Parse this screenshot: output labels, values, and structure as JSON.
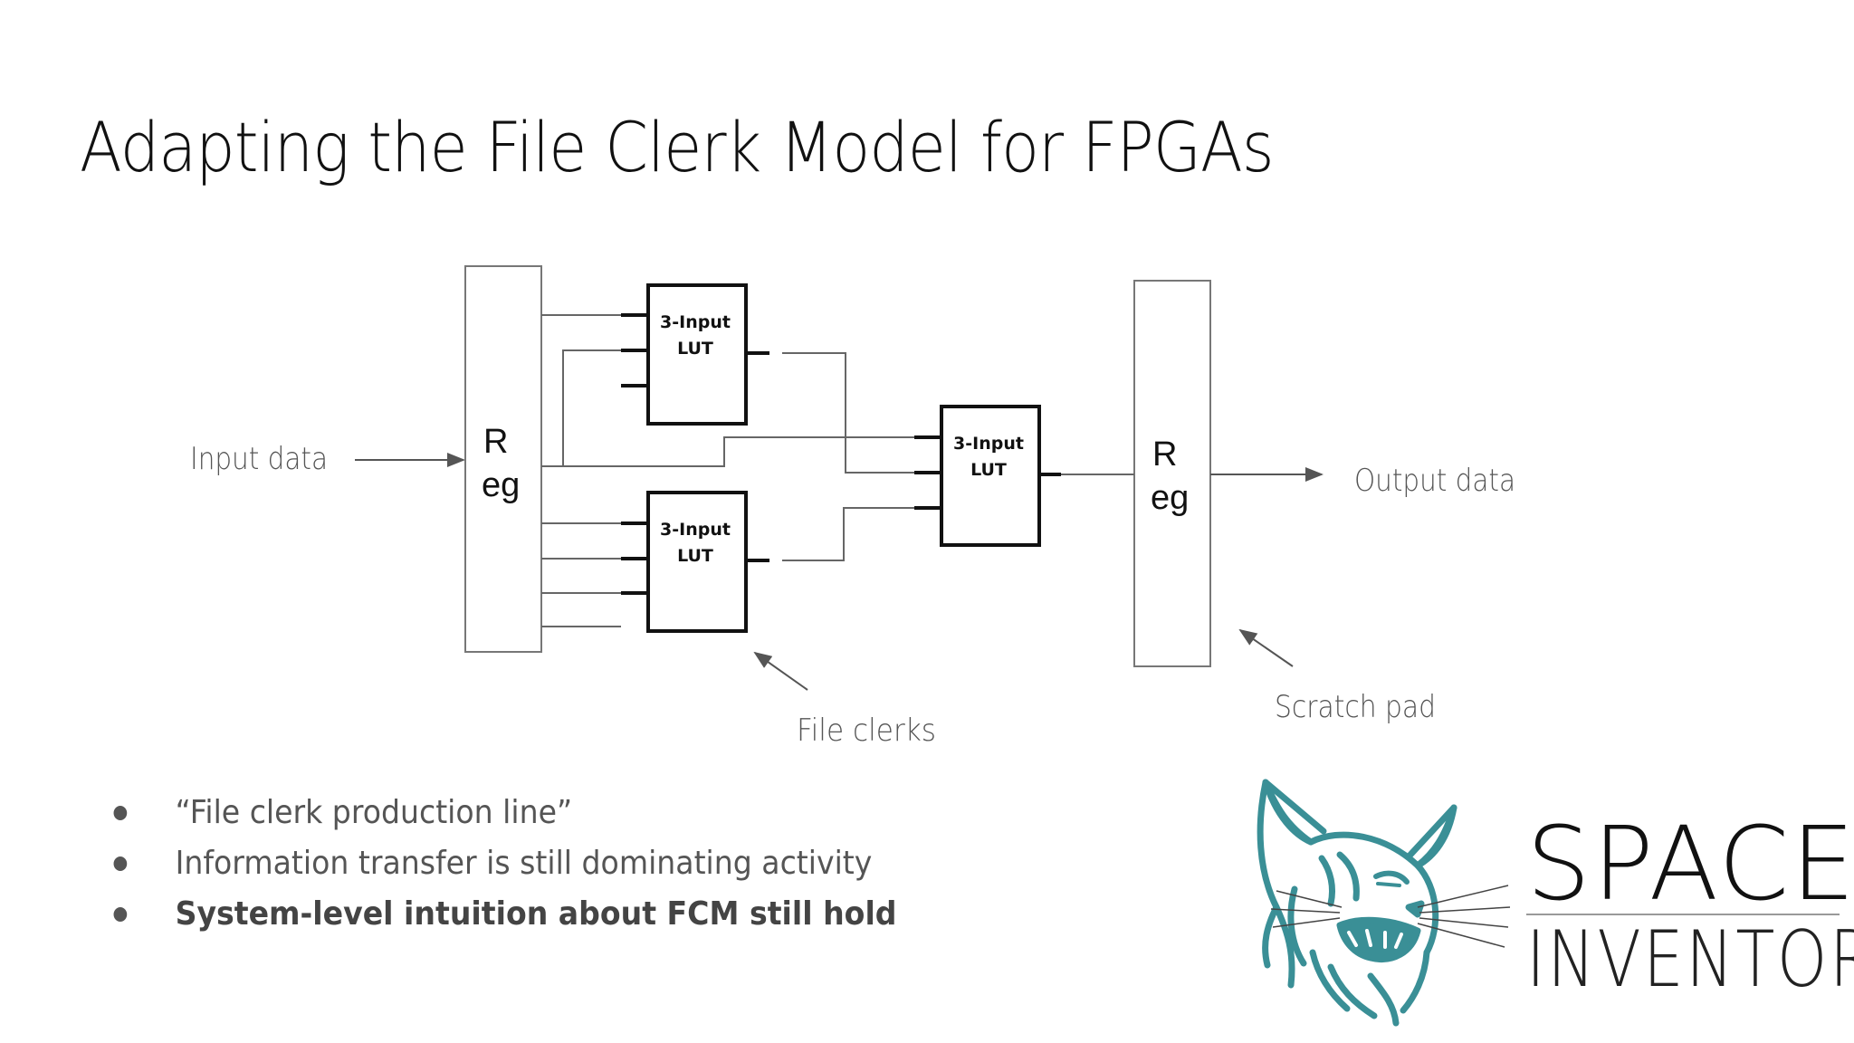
{
  "slide": {
    "title": "Adapting the File Clerk Model for FPGAs"
  },
  "diagram": {
    "input_label": "Input data",
    "output_label": "Output data",
    "reg_left": {
      "line1": "R",
      "line2": "eg"
    },
    "reg_right": {
      "line1": "R",
      "line2": "eg"
    },
    "lut_top": {
      "line1": "3-Input",
      "line2": "LUT"
    },
    "lut_bottom": {
      "line1": "3-Input",
      "line2": "LUT"
    },
    "lut_mid": {
      "line1": "3-Input",
      "line2": "LUT"
    },
    "file_clerks_label": "File clerks",
    "scratch_pad_label": "Scratch pad"
  },
  "bullets": [
    {
      "text": "“File clerk production line”",
      "bold": false
    },
    {
      "text": "Information transfer is still dominating activity",
      "bold": false
    },
    {
      "text": "System-level intuition about FCM still hold",
      "bold": true
    }
  ],
  "logo": {
    "line1": "SPACE",
    "line2": "INVENTOR",
    "accent_color": "#3a8f96"
  }
}
